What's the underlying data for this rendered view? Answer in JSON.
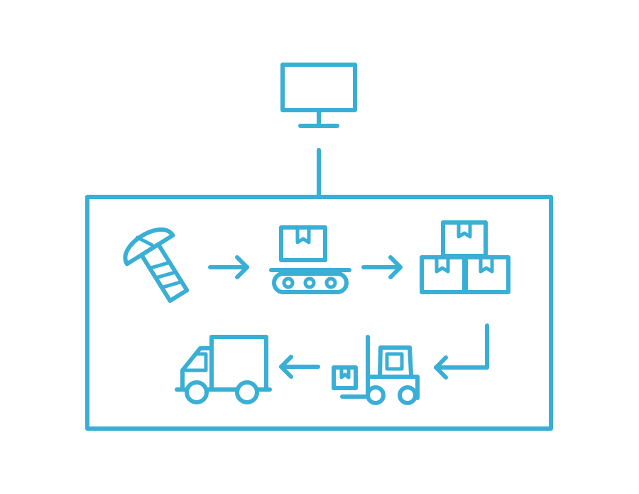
{
  "colors": {
    "line": "#3aafd6",
    "background": "#ffffff"
  },
  "nodes": [
    {
      "id": "computer",
      "icon": "monitor-icon"
    },
    {
      "id": "raw-material",
      "icon": "screw-bolt-icon"
    },
    {
      "id": "production",
      "icon": "conveyor-belt-icon"
    },
    {
      "id": "storage",
      "icon": "stacked-boxes-icon"
    },
    {
      "id": "handling",
      "icon": "forklift-icon"
    },
    {
      "id": "shipping",
      "icon": "delivery-truck-icon"
    }
  ],
  "edges": [
    {
      "from": "computer",
      "to": "process-frame",
      "icon": "connector-line"
    },
    {
      "from": "raw-material",
      "to": "production",
      "icon": "arrow-right-icon"
    },
    {
      "from": "production",
      "to": "storage",
      "icon": "arrow-right-icon"
    },
    {
      "from": "storage",
      "to": "handling",
      "icon": "arrow-turn-down-left-icon"
    },
    {
      "from": "handling",
      "to": "shipping",
      "icon": "arrow-left-icon"
    }
  ]
}
